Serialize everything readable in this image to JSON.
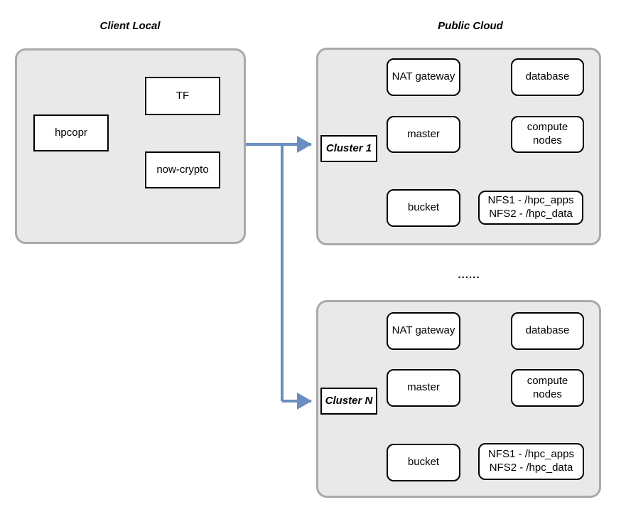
{
  "colors": {
    "connector_blue": "#6c8ebf",
    "container_fill": "#e9e9e9",
    "container_border": "#a9a9a9",
    "node_border": "#000000",
    "text_color": "#000000"
  },
  "titles": {
    "client_local": "Client Local",
    "public_cloud": "Public Cloud",
    "separator_dots": "......"
  },
  "client_local": {
    "hpcopr": "hpcopr",
    "tf": "TF",
    "now_crypto": "now-crypto"
  },
  "clusters": [
    {
      "label": "Cluster 1",
      "nat_gateway": "NAT gateway",
      "database": "database",
      "master": "master",
      "compute_nodes": "compute\nnodes",
      "bucket": "bucket",
      "nfs_line1": "NFS1 - /hpc_apps",
      "nfs_line2": "NFS2 - /hpc_data"
    },
    {
      "label": "Cluster N",
      "nat_gateway": "NAT gateway",
      "database": "database",
      "master": "master",
      "compute_nodes": "compute\nnodes",
      "bucket": "bucket",
      "nfs_line1": "NFS1 - /hpc_apps",
      "nfs_line2": "NFS2 - /hpc_data"
    }
  ]
}
